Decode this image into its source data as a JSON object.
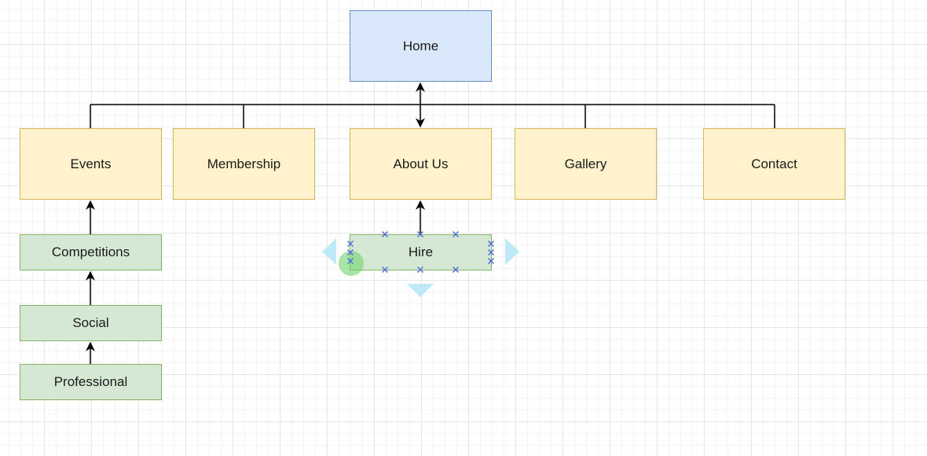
{
  "diagram": {
    "nodes": {
      "home": "Home",
      "events": "Events",
      "membership": "Membership",
      "about_us": "About Us",
      "gallery": "Gallery",
      "contact": "Contact",
      "competitions": "Competitions",
      "social": "Social",
      "professional": "Professional",
      "hire": "Hire"
    },
    "selected_node": "hire"
  },
  "colors": {
    "home_fill": "#dae8fc",
    "home_stroke": "#6c8ebf",
    "section_fill": "#fff2cc",
    "section_stroke": "#d6b656",
    "sub_fill": "#d5e8d4",
    "sub_stroke": "#82b366",
    "connector": "#000000",
    "selection_handle": "#4a66d6",
    "hover_arrow": "#b3e5f7",
    "rotate_handle": "#6fd36f"
  }
}
